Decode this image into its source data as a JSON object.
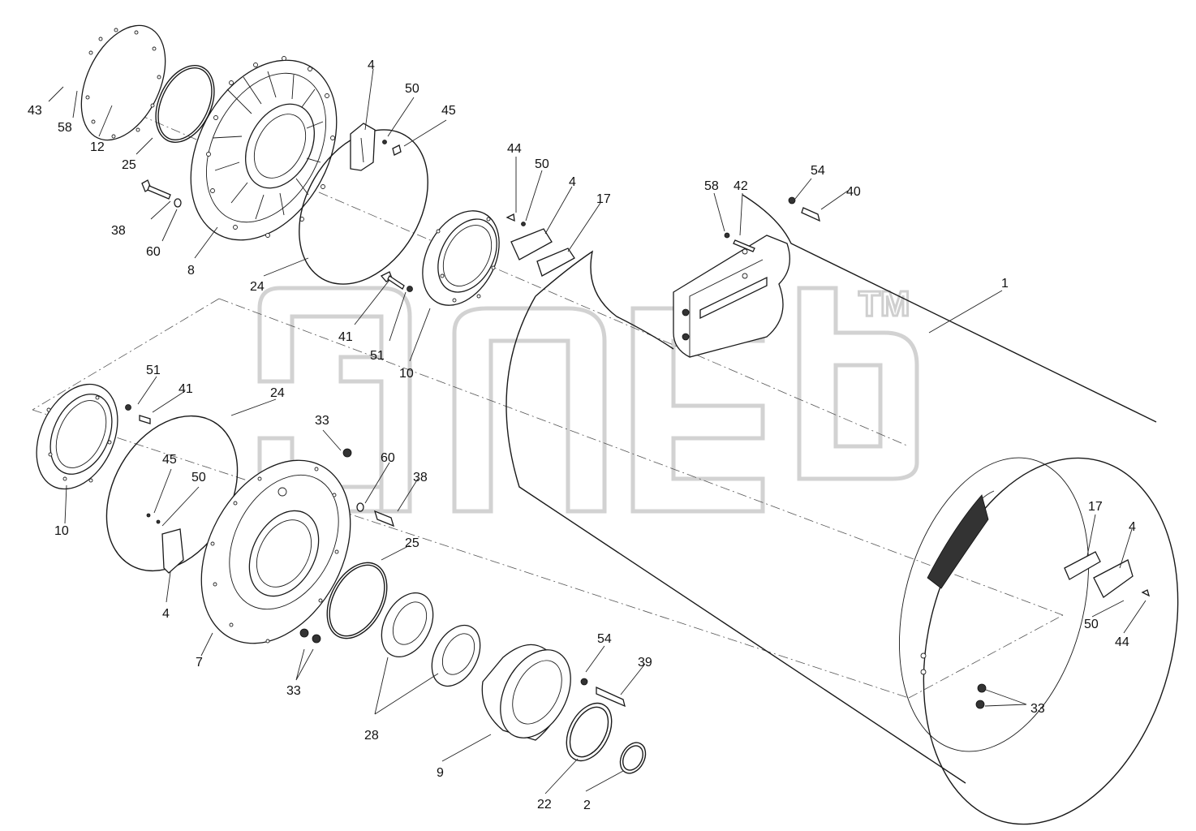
{
  "watermark": {
    "trademark": "TM"
  },
  "labels": {
    "l1": "1",
    "l2": "2",
    "l4a": "4",
    "l4b": "4",
    "l4c": "4",
    "l4d": "4",
    "l7": "7",
    "l8": "8",
    "l9": "9",
    "l10a": "10",
    "l10b": "10",
    "l12": "12",
    "l17a": "17",
    "l17b": "17",
    "l22": "22",
    "l24a": "24",
    "l24b": "24",
    "l25a": "25",
    "l25b": "25",
    "l28": "28",
    "l33a": "33",
    "l33b": "33",
    "l33c": "33",
    "l38a": "38",
    "l38b": "38",
    "l39": "39",
    "l40": "40",
    "l41a": "41",
    "l41b": "41",
    "l42": "42",
    "l43": "43",
    "l44a": "44",
    "l44b": "44",
    "l45a": "45",
    "l45b": "45",
    "l50a": "50",
    "l50b": "50",
    "l50c": "50",
    "l50d": "50",
    "l51a": "51",
    "l51b": "51",
    "l54a": "54",
    "l54b": "54",
    "l58a": "58",
    "l58b": "58",
    "l60a": "60",
    "l60b": "60"
  }
}
